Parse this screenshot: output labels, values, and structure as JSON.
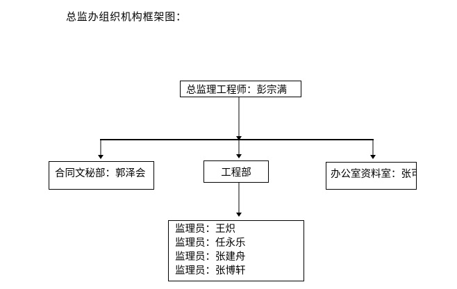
{
  "title": "总监办组织机构框架图：",
  "chart": {
    "type": "org-flowchart",
    "nodes": {
      "chief": "总监理工程师：彭宗满",
      "contract": "合同文秘部：郭泽会",
      "engineering": "工程部",
      "office": "办公室资料室：张可",
      "supervisors": [
        "监理员：王炽",
        "监理员：任永乐",
        "监理员：张建舟",
        "监理员：张博轩"
      ]
    },
    "edges": [
      {
        "from": "chief",
        "to": "contract"
      },
      {
        "from": "chief",
        "to": "engineering"
      },
      {
        "from": "chief",
        "to": "office"
      },
      {
        "from": "engineering",
        "to": "supervisors"
      }
    ],
    "colors": {
      "background": "#ffffff",
      "box_border": "#000000",
      "text": "#000000",
      "connector_stem": "#808080",
      "branch_line": "#000000",
      "arrowhead": "#000000"
    }
  }
}
